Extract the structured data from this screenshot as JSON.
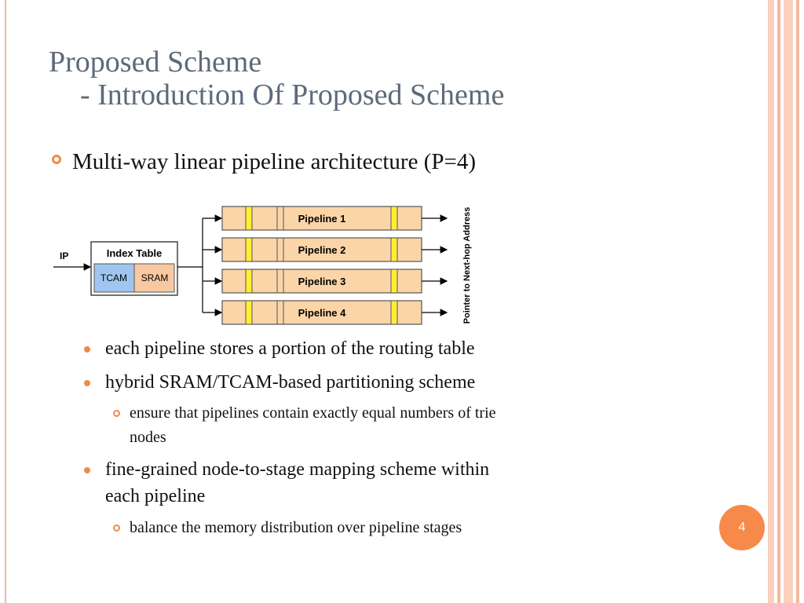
{
  "slide": {
    "title_line1": "Proposed Scheme",
    "title_line2": "- Introduction Of Proposed Scheme",
    "main_bullet": "Multi-way linear pipeline architecture (P=4)",
    "bullets": [
      {
        "text": "each pipeline stores a portion of the routing table"
      },
      {
        "text": "hybrid SRAM/TCAM-based partitioning scheme",
        "sub": [
          "ensure that pipelines contain exactly equal numbers of trie",
          "nodes"
        ]
      },
      {
        "text_line1": "fine-grained node-to-stage mapping scheme within",
        "text_line2": "each pipeline",
        "sub": [
          "balance the memory distribution over pipeline stages"
        ]
      }
    ],
    "page_number": "4"
  },
  "diagram": {
    "input_label": "IP",
    "index_table_label": "Index Table",
    "tcam_label": "TCAM",
    "sram_label": "SRAM",
    "pipelines": [
      "Pipeline 1",
      "Pipeline 2",
      "Pipeline 3",
      "Pipeline 4"
    ],
    "output_label": "Pointer to Next-hop Address",
    "colors": {
      "tcam": "#9fc5f0",
      "sram": "#f8c9a0",
      "pipeline": "#fbd5a8",
      "stage_divider": "#ffee33"
    }
  },
  "colors": {
    "accent": "#f08a4b",
    "title": "#5d6a7a"
  }
}
